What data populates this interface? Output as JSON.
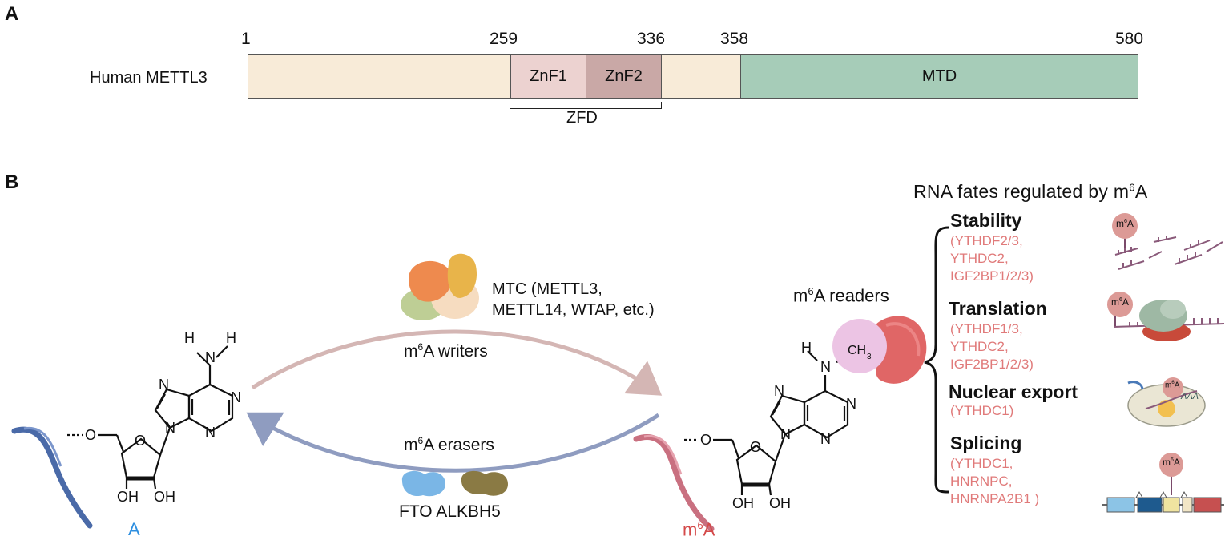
{
  "panel_a": {
    "letter": "A",
    "protein_label": "Human METTL3",
    "positions": [
      "1",
      "259",
      "336",
      "358",
      "580"
    ],
    "domains": {
      "znf1": "ZnF1",
      "znf2": "ZnF2",
      "mtd": "MTD"
    },
    "zfd_label": "ZFD",
    "colors": {
      "backbone": "#f8ebd8",
      "znf1": "#ecd2d0",
      "znf2": "#c9a8a6",
      "mtd": "#a6ccb8"
    }
  },
  "panel_b": {
    "letter": "B",
    "left_molecule": {
      "label": "A",
      "oh1": "OH",
      "oh2": "OH",
      "n_top_h1": "H",
      "n_top_n": "N",
      "n_top_h2": "H",
      "ring_n1": "N",
      "ring_n2": "N",
      "ring_n3": "N",
      "ring_n4": "N",
      "o_link": "O",
      "o_ring": "O"
    },
    "right_molecule": {
      "label_m": "m",
      "label_sup": "6",
      "label_a": "A",
      "oh1": "OH",
      "oh2": "OH",
      "nh_h": "H",
      "nh_n": "N",
      "ch3": "CH",
      "ch3_sub": "3",
      "ring_n1": "N",
      "ring_n2": "N",
      "ring_n3": "N",
      "ring_n4": "N",
      "o_link": "O",
      "o_ring": "O"
    },
    "writers": {
      "mtc_line1": "MTC (METTL3,",
      "mtc_line2": "METTL14, WTAP, etc.)",
      "label_m": "m",
      "label_sup": "6",
      "label_rest": "A writers"
    },
    "erasers": {
      "label_m": "m",
      "label_sup": "6",
      "label_rest": "A erasers",
      "enzymes": "FTO ALKBH5"
    },
    "readers": {
      "label_m": "m",
      "label_sup": "6",
      "label_rest": "A readers"
    },
    "fates_title": {
      "text": "RNA fates regulated by m",
      "sup": "6",
      "tail": "A"
    },
    "fates": [
      {
        "title": "Stability",
        "readers": "(YTHDF2/3,\nYTHDC2,\nIGF2BP1/2/3)"
      },
      {
        "title": "Translation",
        "readers": "(YTHDF1/3,\nYTHDC2,\nIGF2BP1/2/3)"
      },
      {
        "title": "Nuclear export",
        "readers": "(YTHDC1)"
      },
      {
        "title": "Splicing",
        "readers": "(YTHDC1,\nHNRNPC,\nHNRNPA2B1 )"
      }
    ],
    "icon_badge": {
      "m": "m",
      "sup": "6",
      "a": "A"
    },
    "nuclear_icon_text": "AAA",
    "colors": {
      "writer_arrow": "#d4b6b4",
      "eraser_arrow": "#8f9cc0",
      "rna_left": "#4a6aa8",
      "rna_right": "#c97080",
      "label_a": "#2e8fe0",
      "label_m6a": "#d44a4a",
      "reader_text": "#e07a7a",
      "reader_protein": "#e06666",
      "ch3_circle": "#ecc4e4"
    }
  }
}
